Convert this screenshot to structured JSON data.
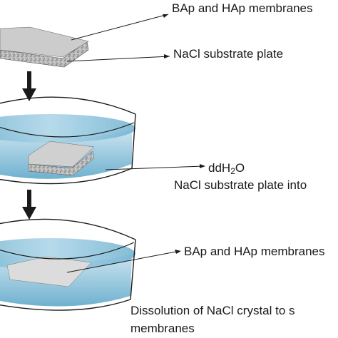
{
  "labels": {
    "membrane_top": "BAp and HAp membranes",
    "nacl_plate": "NaCl substrate plate",
    "ddh2o_prefix": "ddH",
    "ddh2o_sub": "2",
    "ddh2o_suffix": "O",
    "nacl_into": "NaCl substrate plate into",
    "membrane_bottom": "BAp and HAp membranes",
    "dissolution_line1": "Dissolution of NaCl crystal to s",
    "dissolution_line2": "membranes"
  },
  "colors": {
    "dish_rim": "#1a1a1a",
    "water_fill": "#a8d2e6",
    "water_dark": "#5fa3c4",
    "plate_gray": "#c8c8c8",
    "plate_speckle": "#8a8a8a",
    "arrow": "#1a1a1a"
  }
}
